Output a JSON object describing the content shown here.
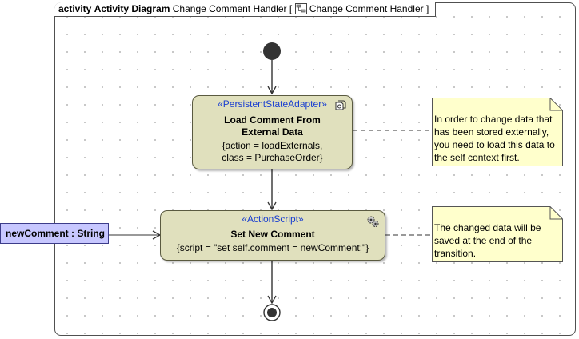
{
  "frame": {
    "kind": "activity",
    "diagram_type": "Activity Diagram",
    "name": "Change Comment Handler",
    "bracket_open": "[",
    "ref_name": "Change Comment Handler",
    "bracket_close": "]"
  },
  "actions": [
    {
      "stereotype": "«PersistentStateAdapter»",
      "name_line1": "Load Comment From",
      "name_line2": "External Data",
      "tagged_line1": "{action = loadExternals,",
      "tagged_line2": "class = PurchaseOrder}"
    },
    {
      "stereotype": "«ActionScript»",
      "name": "Set New Comment",
      "tagged": "{script = \"set self.comment = newComment;\"}"
    }
  ],
  "input_pin": {
    "label": "newComment : String"
  },
  "notes": [
    {
      "line1": "In order to change data that",
      "line2": "has been stored externally,",
      "line3": "you need to load this data to",
      "line4": "the self context first."
    },
    {
      "line1": "The changed data will be",
      "line2": "saved at the end of the",
      "line3": "transition."
    }
  ],
  "colors": {
    "action_fill": "#e0e0bd",
    "stereotype_text": "#1a3fd1",
    "note_fill": "#ffffcc",
    "pin_fill": "#c7c7ff"
  },
  "icons": [
    "diagram-icon",
    "adapter-icon",
    "script-gears-icon",
    "note-corner-icon"
  ]
}
